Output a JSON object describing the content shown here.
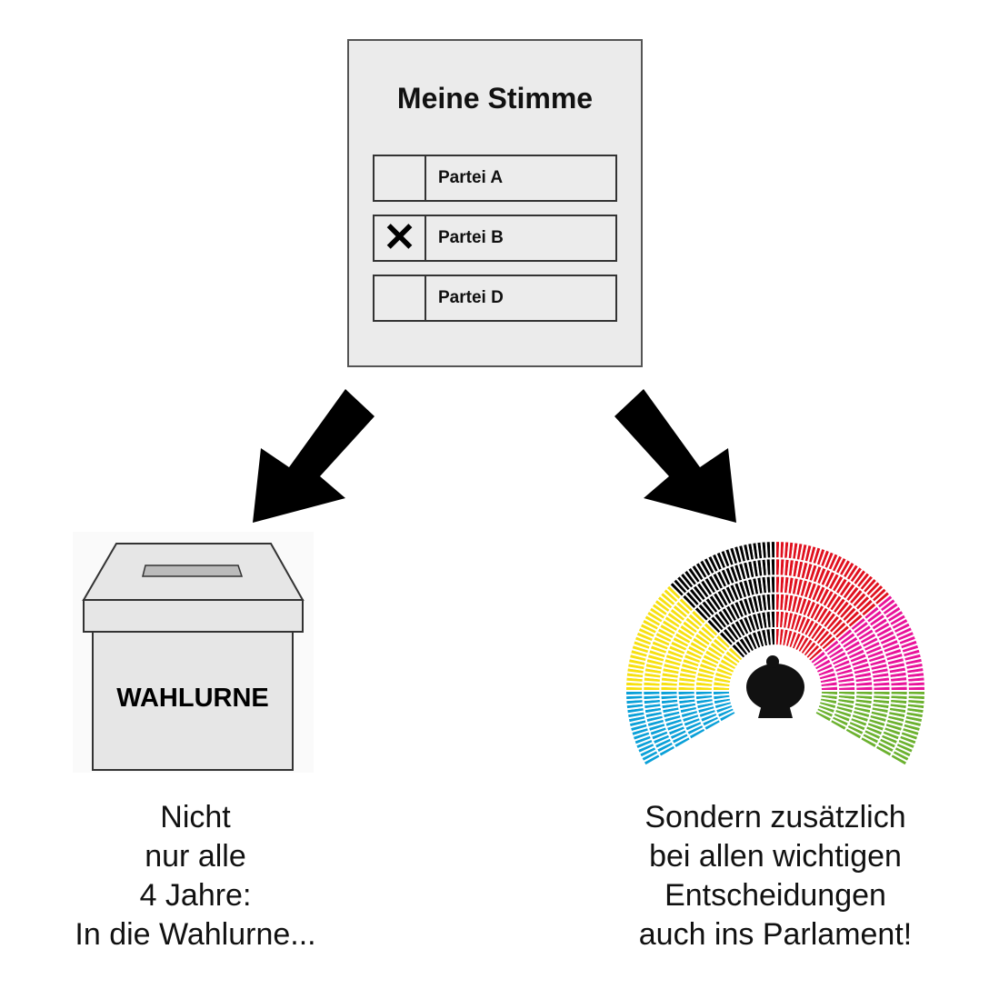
{
  "ballot": {
    "title": "Meine Stimme",
    "options": [
      {
        "label": "Partei A",
        "mark": ""
      },
      {
        "label": "Partei B",
        "mark": "✕"
      },
      {
        "label": "Partei D",
        "mark": ""
      }
    ]
  },
  "ballot_box": {
    "label": "WAHLURNE"
  },
  "left_caption": [
    "Nicht",
    "nur alle",
    "4 Jahre:",
    "In die Wahlurne..."
  ],
  "right_caption": [
    "Sondern zusätzlich",
    "bei allen wichtigen",
    "Entscheidungen",
    "auch ins Parlament!"
  ],
  "parliament_colors": [
    "#0aa0d8",
    "#f7e00f",
    "#000000",
    "#e0101e",
    "#e8139a",
    "#6bb12e"
  ]
}
